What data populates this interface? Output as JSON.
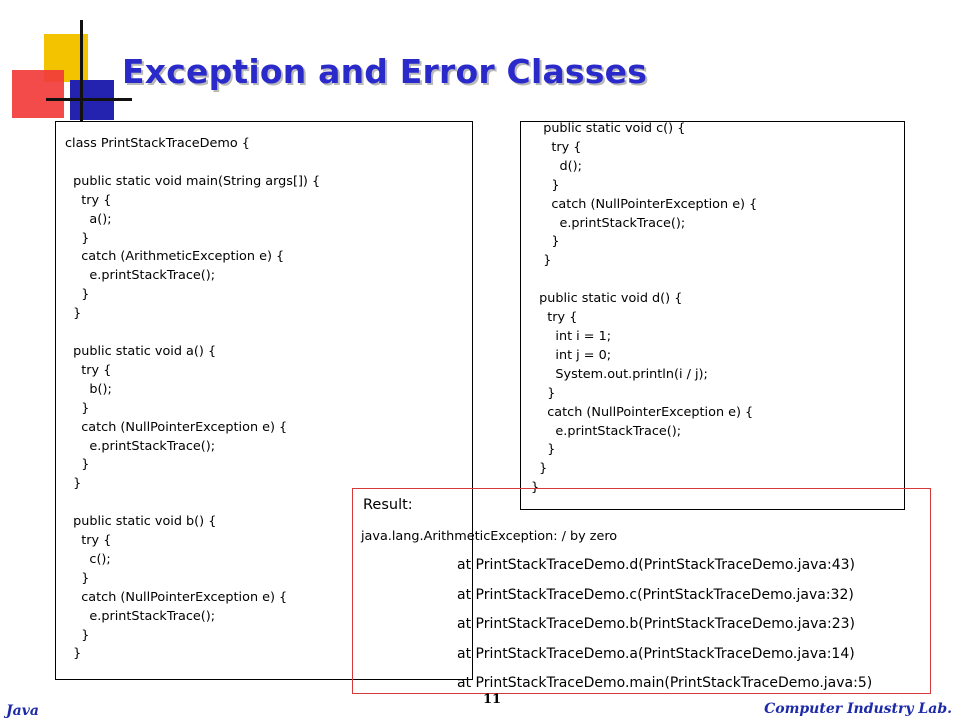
{
  "slide": {
    "title": "Exception and Error Classes",
    "code_left": "class PrintStackTraceDemo {\n\n  public static void main(String args[]) {\n    try {\n      a();\n    }\n    catch (ArithmeticException e) {\n      e.printStackTrace();\n    }\n  }\n\n  public static void a() {\n    try {\n      b();\n    }\n    catch (NullPointerException e) {\n      e.printStackTrace();\n    }\n  }\n\n  public static void b() {\n    try {\n      c();\n    }\n    catch (NullPointerException e) {\n      e.printStackTrace();\n    }\n  }",
    "code_right": "   public static void c() {\n     try {\n       d();\n     }\n     catch (NullPointerException e) {\n       e.printStackTrace();\n     }\n   }\n\n  public static void d() {\n    try {\n      int i = 1;\n      int j = 0;\n      System.out.println(i / j);\n    }\n    catch (NullPointerException e) {\n      e.printStackTrace();\n    }\n  }\n}",
    "result": {
      "heading": "Result:",
      "exception": "java.lang.ArithmeticException: / by zero",
      "frames": [
        "at PrintStackTraceDemo.d(PrintStackTraceDemo.java:43)",
        "at PrintStackTraceDemo.c(PrintStackTraceDemo.java:32)",
        "at PrintStackTraceDemo.b(PrintStackTraceDemo.java:23)",
        "at PrintStackTraceDemo.a(PrintStackTraceDemo.java:14)",
        "at PrintStackTraceDemo.main(PrintStackTraceDemo.java:5)"
      ]
    },
    "footer": {
      "left": "Java",
      "page_number": "11",
      "right": "Computer Industry Lab."
    },
    "colors": {
      "title": "#2a2acb",
      "footer_text": "#1c2aa8",
      "result_border": "#d43a3a"
    }
  }
}
